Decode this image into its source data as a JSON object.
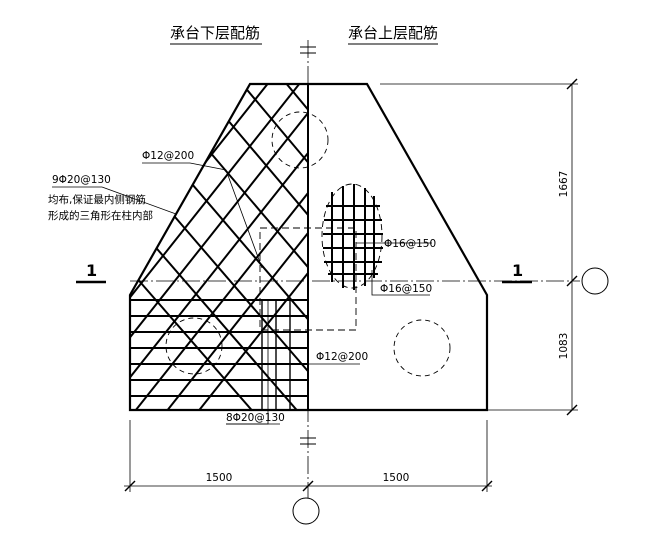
{
  "titles": {
    "bottom_layer": "承台下层配筋",
    "top_layer": "承台上层配筋"
  },
  "labels": {
    "rebar_diag_top": "Φ12@200",
    "rebar_corner": "9Φ20@130",
    "note_line1": "均布,保证最内侧钢筋",
    "note_line2": "形成的三角形在柱内部",
    "rebar_circle_1": "Φ16@150",
    "rebar_circle_2": "Φ16@150",
    "rebar_vertical": "Φ12@200",
    "rebar_bottom": "8Φ20@130"
  },
  "section": {
    "left": "1",
    "right": "1"
  },
  "dimensions": {
    "upper_height": "1667",
    "lower_height": "1083",
    "left_width": "1500",
    "right_width": "1500"
  }
}
